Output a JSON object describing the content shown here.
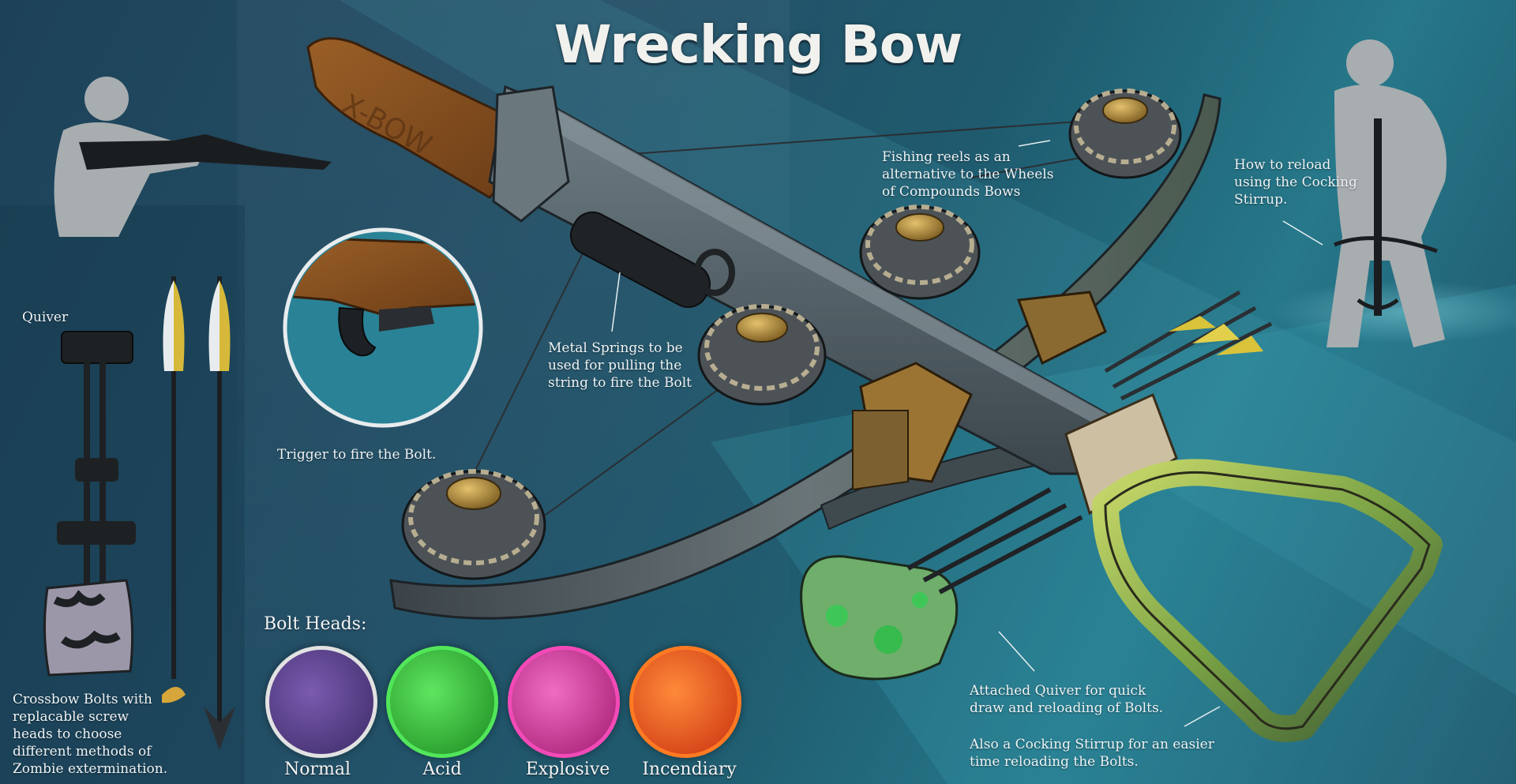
{
  "title": "Wrecking Bow",
  "annotations": {
    "fishing_reels": "Fishing reels as an\nalternative to the Wheels\nof Compounds Bows",
    "reload": "How to reload\nusing the Cocking\nStirrup.",
    "springs": "Metal Springs to be\nused for pulling the\nstring to fire the Bolt",
    "trigger": "Trigger to fire the Bolt.",
    "quiver": "Quiver",
    "bolts": "Crossbow Bolts with\nreplacable screw\nheads to choose\ndifferent methods of\nZombie extermination.",
    "attached_quiver": "Attached Quiver for quick\ndraw and reloading of Bolts.",
    "stirrup": "Also a Cocking Stirrup for an easier\ntime reloading the Bolts."
  },
  "stock_engraving": "X-BOW",
  "bolt_heads": {
    "heading": "Bolt Heads:",
    "items": [
      {
        "label": "Normal",
        "color": "#6a4a9a"
      },
      {
        "label": "Acid",
        "color": "#38c83a"
      },
      {
        "label": "Explosive",
        "color": "#e03aa8"
      },
      {
        "label": "Incendiary",
        "color": "#e8571e"
      }
    ]
  },
  "colors": {
    "background": "#1f4a60",
    "metal": "#4c5b62",
    "wood": "#8a5424",
    "brass": "#b58e3a",
    "camo_green": "#5da84a"
  }
}
